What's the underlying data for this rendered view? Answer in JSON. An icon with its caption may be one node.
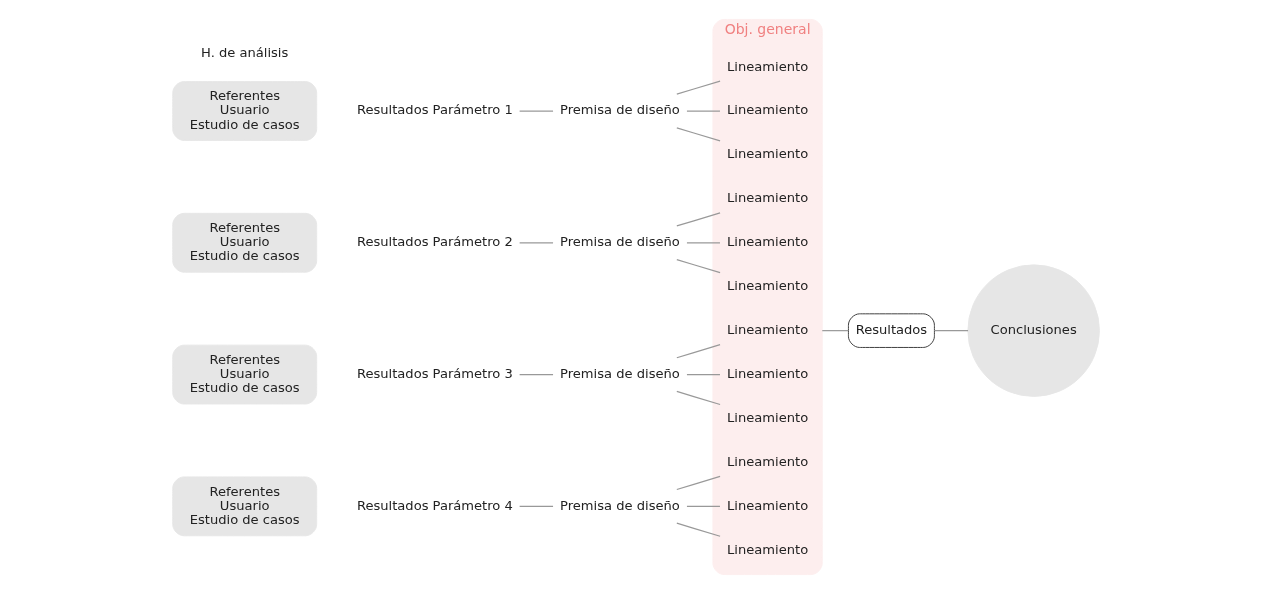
{
  "diagram": {
    "nodes": [
      {
        "text": [
          "Obj. general"
        ]
      },
      {
        "text": [
          "Referentes",
          "Usuario",
          "Estudio de casos"
        ]
      },
      {
        "text": [
          "Resultados Parámetro 1"
        ]
      },
      {
        "text": [
          "Premisa de diseño"
        ]
      },
      {
        "text": [
          "Lineamiento"
        ],
        "in": 0
      },
      {
        "text": [
          "Lineamiento"
        ],
        "in": 0
      },
      {
        "text": [
          "Lineamiento"
        ],
        "in": 0
      },
      {
        "text": [
          "Referentes",
          "Usuario",
          "Estudio de casos"
        ]
      },
      {
        "text": [
          "Resultados Parámetro 2"
        ]
      },
      {
        "text": [
          "Premisa de diseño"
        ]
      },
      {
        "text": [
          "Lineamiento"
        ],
        "in": 0
      },
      {
        "text": [
          "Lineamiento"
        ],
        "in": 0
      },
      {
        "text": [
          "Lineamiento"
        ],
        "in": 0
      },
      {
        "text": [
          "Referentes",
          "Usuario",
          "Estudio de casos"
        ]
      },
      {
        "text": [
          "Resultados Parámetro 3"
        ]
      },
      {
        "text": [
          "Premisa de diseño"
        ]
      },
      {
        "text": [
          "Lineamiento"
        ],
        "in": 0
      },
      {
        "text": [
          "Lineamiento"
        ],
        "in": 0
      },
      {
        "text": [
          "Lineamiento"
        ],
        "in": 0
      },
      {
        "text": [
          "Referentes",
          "Usuario",
          "Estudio de casos"
        ]
      },
      {
        "text": [
          "Resultados Parámetro 4"
        ]
      },
      {
        "text": [
          "Premisa de diseño"
        ]
      },
      {
        "text": [
          "Lineamiento"
        ],
        "in": 0
      },
      {
        "text": [
          "Lineamiento"
        ],
        "in": 0
      },
      {
        "text": [
          "Lineamiento"
        ],
        "in": 0
      },
      {
        "text": [
          "Resultados"
        ]
      },
      {
        "text": [
          "Conclusiones"
        ]
      }
    ],
    "edges": [
      {
        "from": 2,
        "to": 3,
        "arrow": "none"
      },
      {
        "from": 3,
        "to": 4,
        "arrow": "none"
      },
      {
        "from": 3,
        "to": 5,
        "arrow": "none"
      },
      {
        "from": 3,
        "to": 6,
        "arrow": "none"
      },
      {
        "from": 8,
        "to": 9,
        "arrow": "none"
      },
      {
        "from": 9,
        "to": 10,
        "arrow": "none"
      },
      {
        "from": 9,
        "to": 11,
        "arrow": "none"
      },
      {
        "from": 9,
        "to": 12,
        "arrow": "none"
      },
      {
        "from": 14,
        "to": 15,
        "arrow": "none"
      },
      {
        "from": 15,
        "to": 16,
        "arrow": "none"
      },
      {
        "from": 15,
        "to": 17,
        "arrow": "none"
      },
      {
        "from": 15,
        "to": 18,
        "arrow": "none"
      },
      {
        "from": 20,
        "to": 21,
        "arrow": "none"
      },
      {
        "from": 21,
        "to": 22,
        "arrow": "none"
      },
      {
        "from": 21,
        "to": 23,
        "arrow": "none"
      },
      {
        "from": 21,
        "to": 24,
        "arrow": "none"
      },
      {
        "from": 0,
        "to": 25,
        "arrow": "none"
      },
      {
        "from": 25,
        "to": 26,
        "arrow": "none"
      }
    ],
    "labels": [
      "H. de análisis"
    ]
  }
}
